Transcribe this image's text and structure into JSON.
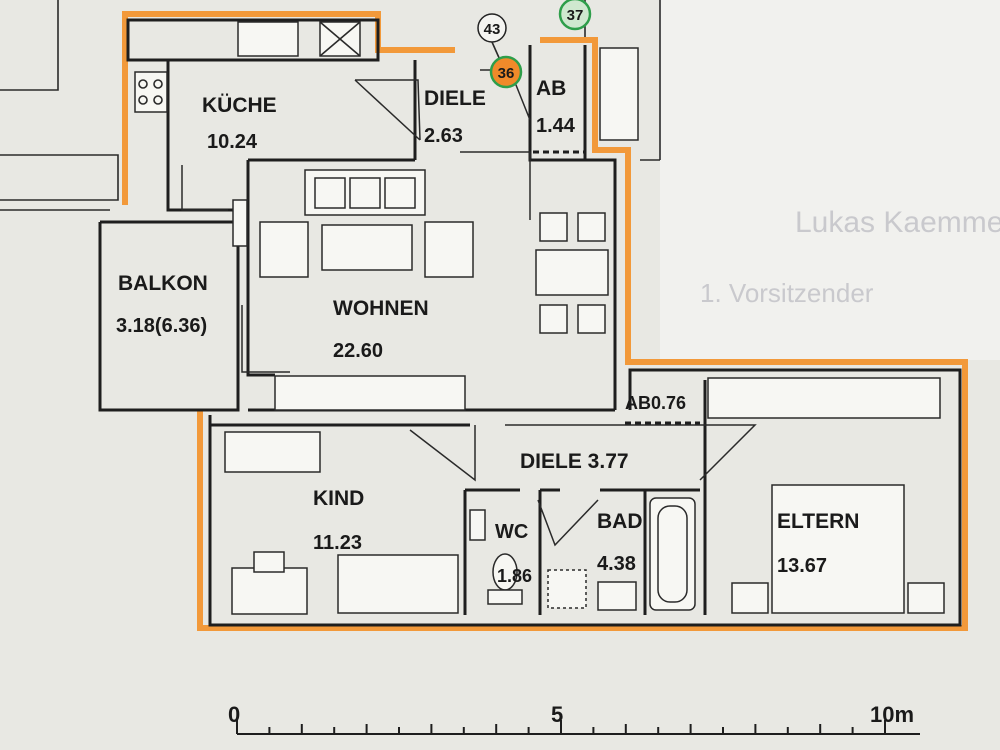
{
  "rooms": {
    "kueche": {
      "name": "KÜCHE",
      "area": "10.24"
    },
    "diele_top": {
      "name": "DIELE",
      "area": "2.63"
    },
    "ab_top": {
      "name": "AB",
      "area": "1.44"
    },
    "balkon": {
      "name": "BALKON",
      "area": "3.18(6.36)"
    },
    "wohnen": {
      "name": "WOHNEN",
      "area": "22.60"
    },
    "ab_mid": {
      "label": "AB0.76"
    },
    "diele_mid": {
      "label": "DIELE 3.77"
    },
    "kind": {
      "name": "KIND",
      "area": "11.23"
    },
    "wc": {
      "name": "WC",
      "area": "1.86"
    },
    "bad": {
      "name": "BAD",
      "area": "4.38"
    },
    "eltern": {
      "name": "ELTERN",
      "area": "13.67"
    }
  },
  "markers": [
    "43",
    "36",
    "37"
  ],
  "scale": {
    "ticks": [
      "0",
      "5",
      "10m"
    ]
  },
  "background_text": [
    "Lukas Kaemmerer",
    "1. Vorsitzender"
  ],
  "colors": {
    "outline": "#f2993a",
    "walls": "#1e1e1e",
    "marker_36": "#f08a2a",
    "marker_37": "#2e9e4a"
  }
}
